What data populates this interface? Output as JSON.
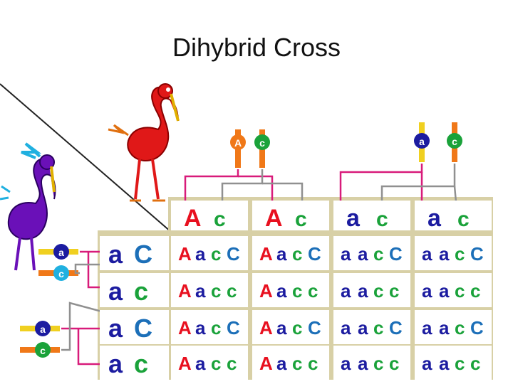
{
  "title": "Dihybrid Cross",
  "colors": {
    "dominant_A": "#e8101f",
    "recessive_a": "#1c1ca0",
    "dominant_C": "#1c6fb8",
    "recessive_c": "#1aa23a",
    "grid_bg": "#d8d0a6",
    "male_bird": "#e01818",
    "female_bird": "#6a10b8"
  },
  "male_parent": {
    "chromosomes": [
      {
        "label": "A",
        "color": "#f07818",
        "icon": "chromosome-icon"
      },
      {
        "label": "c",
        "color": "#f07818",
        "icon": "chromosome-icon"
      },
      {
        "label": "a",
        "color": "#f0d020",
        "icon": "chromosome-icon"
      },
      {
        "label": "c",
        "color": "#f07818",
        "icon": "chromosome-icon"
      }
    ]
  },
  "female_parent": {
    "chromosomes": [
      {
        "label": "a",
        "color": "#f0d020",
        "icon": "chromosome-icon"
      },
      {
        "label": "c",
        "color": "#f07818",
        "icon": "chromosome-icon"
      },
      {
        "label": "a",
        "color": "#f0d020",
        "icon": "chromosome-icon"
      },
      {
        "label": "c",
        "color": "#f07818",
        "icon": "chromosome-icon"
      }
    ]
  },
  "male_gametes": [
    {
      "g1": "A",
      "g2": "c"
    },
    {
      "g1": "A",
      "g2": "c"
    },
    {
      "g1": "a",
      "g2": "c"
    },
    {
      "g1": "a",
      "g2": "c"
    }
  ],
  "female_gametes": [
    {
      "g1": "a",
      "g2": "C"
    },
    {
      "g1": "a",
      "g2": "c"
    },
    {
      "g1": "a",
      "g2": "C"
    },
    {
      "g1": "a",
      "g2": "c"
    }
  ],
  "offspring": [
    [
      [
        "A",
        "a",
        "c",
        "C"
      ],
      [
        "A",
        "a",
        "c",
        "C"
      ],
      [
        "a",
        "a",
        "c",
        "C"
      ],
      [
        "a",
        "a",
        "c",
        "C"
      ]
    ],
    [
      [
        "A",
        "a",
        "c",
        "c"
      ],
      [
        "A",
        "a",
        "c",
        "c"
      ],
      [
        "a",
        "a",
        "c",
        "c"
      ],
      [
        "a",
        "a",
        "c",
        "c"
      ]
    ],
    [
      [
        "A",
        "a",
        "c",
        "C"
      ],
      [
        "A",
        "a",
        "c",
        "C"
      ],
      [
        "a",
        "a",
        "c",
        "C"
      ],
      [
        "a",
        "a",
        "c",
        "C"
      ]
    ],
    [
      [
        "A",
        "a",
        "c",
        "c"
      ],
      [
        "A",
        "a",
        "c",
        "c"
      ],
      [
        "a",
        "a",
        "c",
        "c"
      ],
      [
        "a",
        "a",
        "c",
        "c"
      ]
    ]
  ]
}
